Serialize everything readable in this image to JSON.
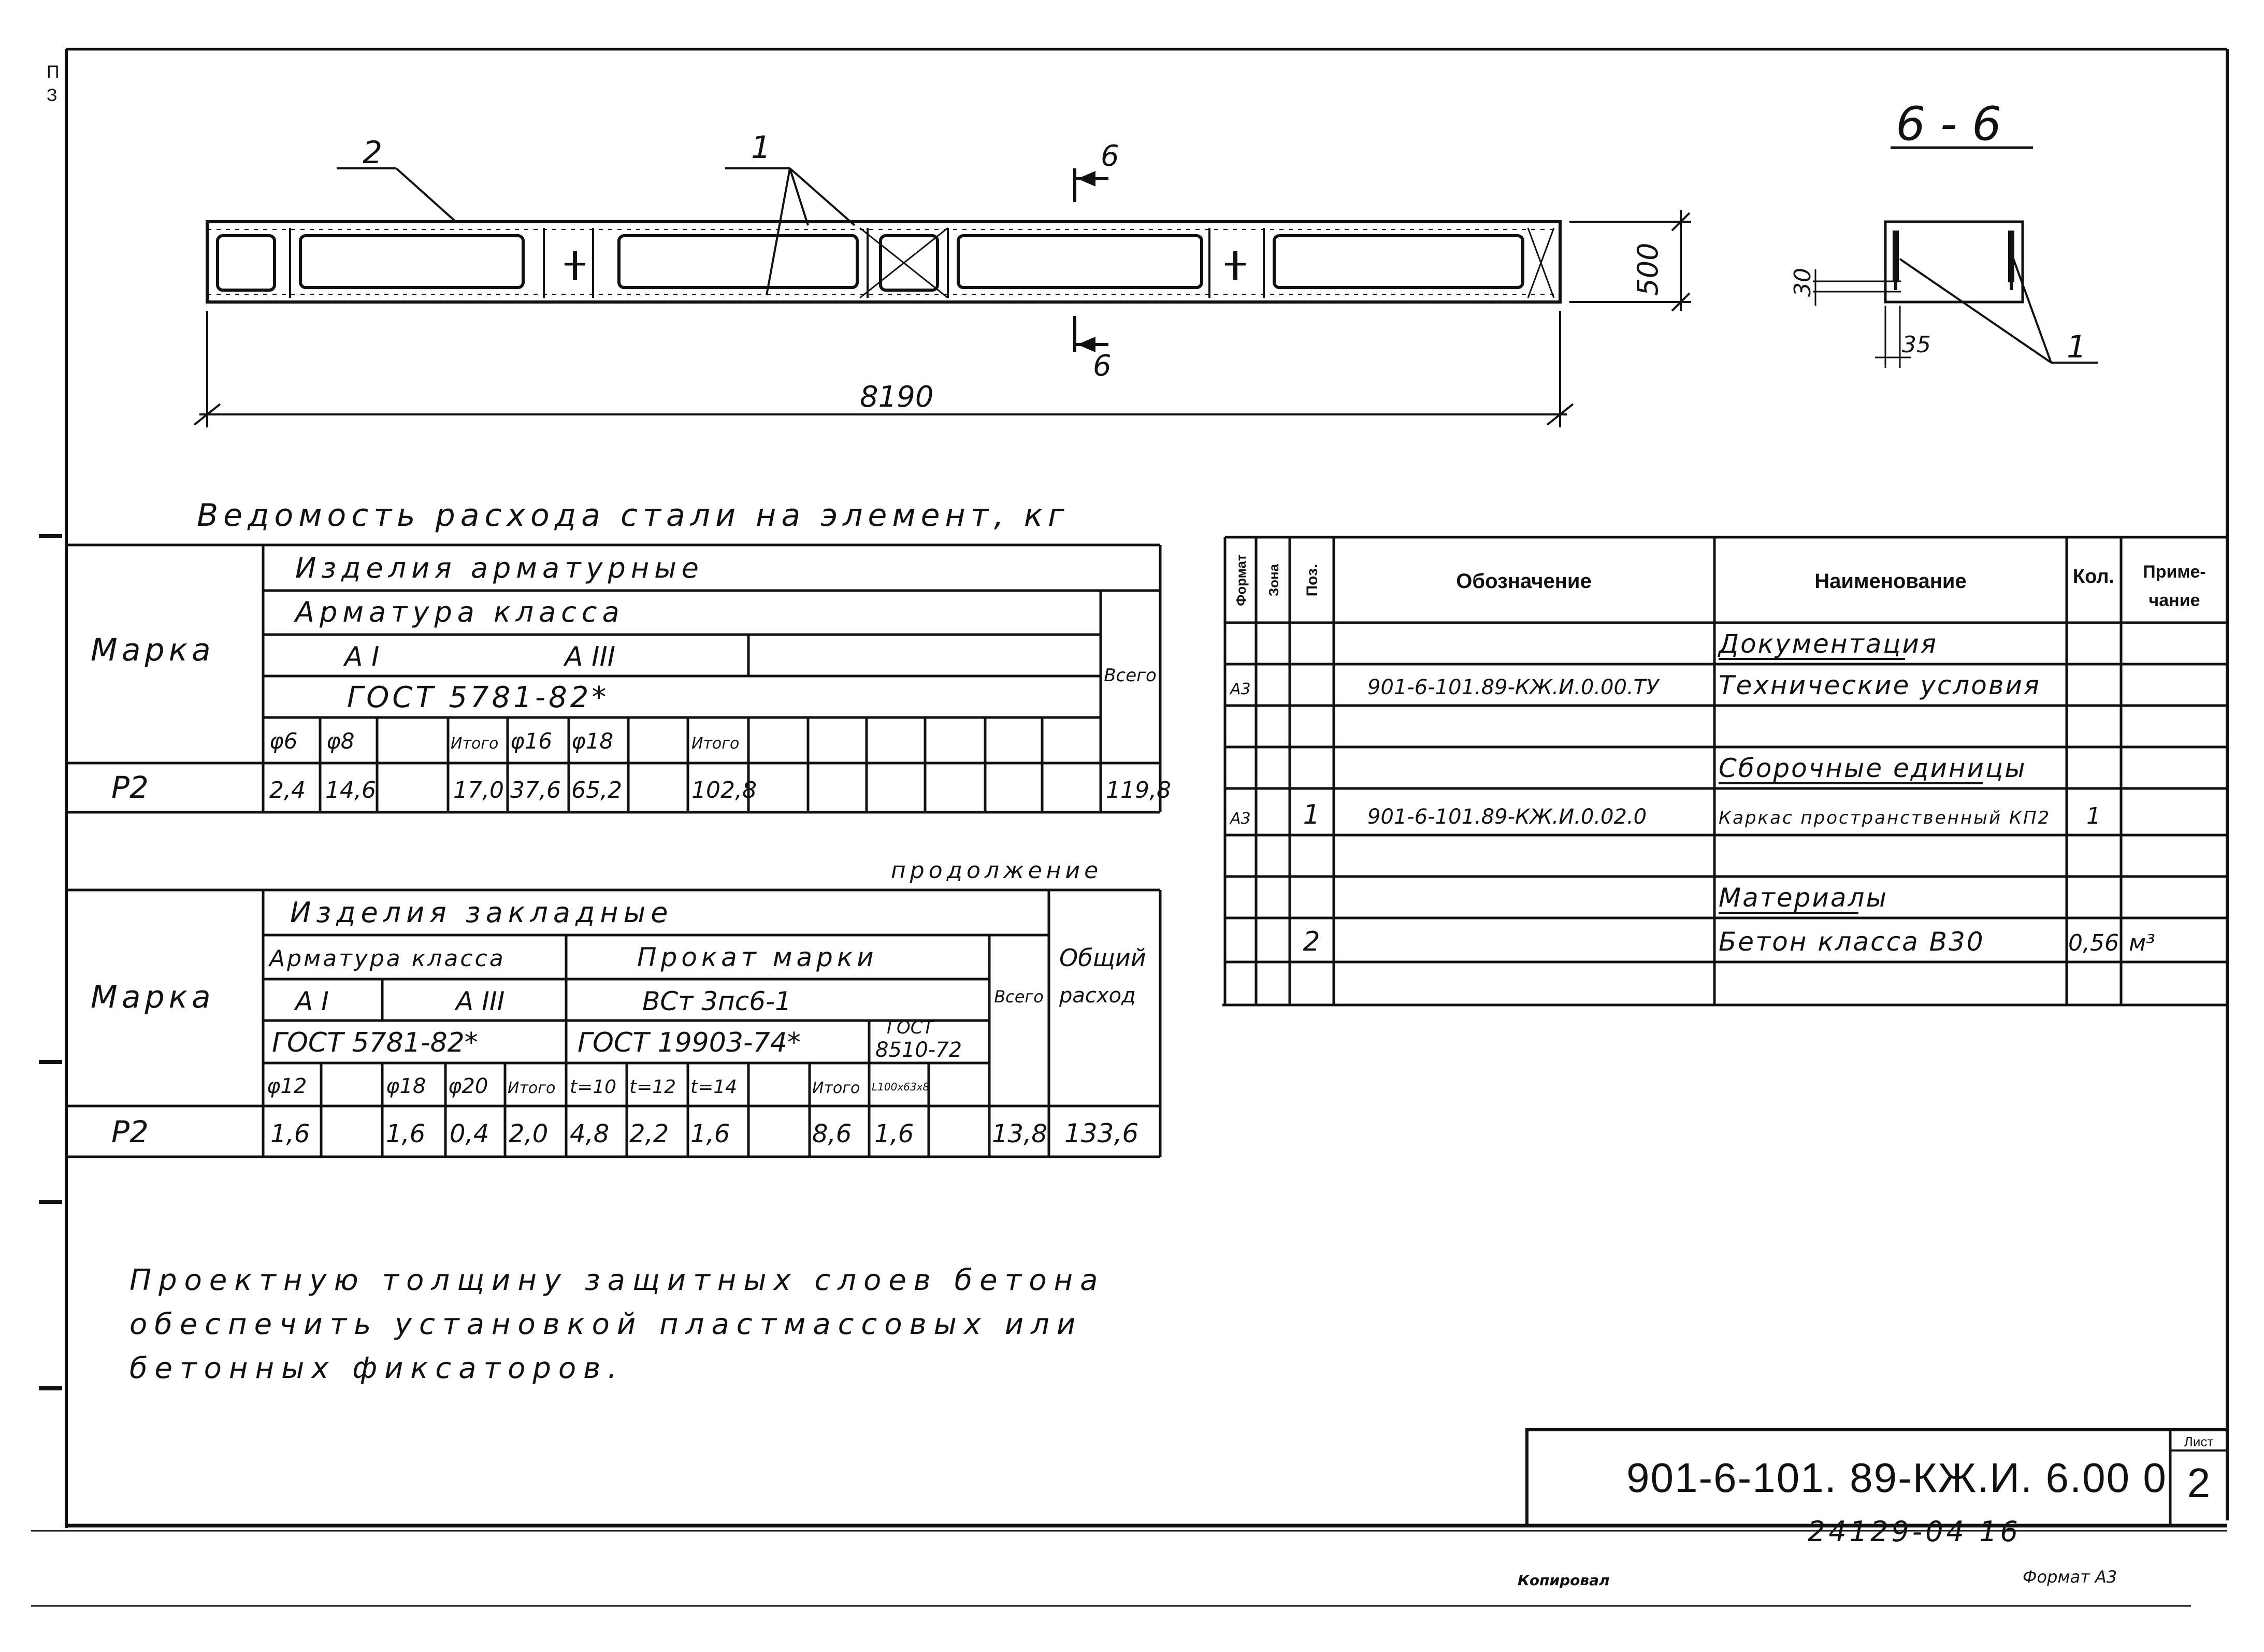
{
  "margin": {
    "p": "П",
    "z": "З"
  },
  "beam": {
    "length": "8190",
    "height": "500",
    "pos1": "1",
    "pos2": "2",
    "cut_a": "6",
    "cut_b": "6"
  },
  "section": {
    "title": "6 - 6",
    "dim30": "30",
    "dim35": "35",
    "pos1": "1"
  },
  "steel": {
    "title": "Ведомость расхода стали на элемент, кг",
    "marka_header": "Марка",
    "izd_arm": "Изделия арматурные",
    "arm_class": "Арматура класса",
    "a1": "A I",
    "a3": "A III",
    "gost": "ГОСТ 5781-82*",
    "vsego": "Всего",
    "cols": [
      "φ6",
      "φ8",
      "",
      "Итого",
      "φ16",
      "φ18",
      "",
      "Итого",
      "",
      "",
      "",
      "",
      "",
      ""
    ],
    "row": {
      "marka": "Р2",
      "cells": [
        "2,4",
        "14,6",
        "",
        "17,0",
        "37,6",
        "65,2",
        "",
        "102,8",
        "",
        "",
        "",
        "",
        "",
        ""
      ],
      "total": "119,8"
    }
  },
  "cont": {
    "title": "продолжение",
    "marka_header": "Марка",
    "izd_zakl": "Изделия закладные",
    "arm_class": "Арматура класса",
    "prokat": "Прокат марки",
    "a1": "A I",
    "a3": "A III",
    "vst": "ВСт 3пс6-1",
    "gost1": "ГОСТ 5781-82*",
    "gost2": "ГОСТ 19903-74*",
    "gost3a": "ГОСТ",
    "gost3b": "8510-72",
    "vsego": "Всего",
    "obshiy_a": "Общий",
    "obshiy_b": "расход",
    "cols": [
      "φ12",
      "",
      "φ18",
      "φ20",
      "Итого",
      "t=10",
      "t=12",
      "t=14",
      "",
      "Итого",
      "L100х63х8",
      ""
    ],
    "row": {
      "marka": "Р2",
      "cells": [
        "1,6",
        "",
        "1,6",
        "0,4",
        "2,0",
        "4,8",
        "2,2",
        "1,6",
        "",
        "8,6",
        "1,6",
        ""
      ],
      "vsego": "13,8",
      "total": "133,6"
    }
  },
  "spec": {
    "headers": {
      "format": "Формат",
      "zone": "Зона",
      "poz": "Поз.",
      "oboz": "Обозначение",
      "naim": "Наименование",
      "kol": "Кол.",
      "prim_a": "Приме-",
      "prim_b": "чание"
    },
    "rows": [
      {
        "format": "",
        "poz": "",
        "oboz": "",
        "naim": "Документация",
        "kol": "",
        "prim": "",
        "underline": true
      },
      {
        "format": "А3",
        "poz": "",
        "oboz": "901-6-101.89-КЖ.И.0.00.ТУ",
        "naim": "Технические условия",
        "kol": "",
        "prim": "",
        "underline": false
      },
      {
        "format": "",
        "poz": "",
        "oboz": "",
        "naim": "",
        "kol": "",
        "prim": "",
        "underline": false
      },
      {
        "format": "",
        "poz": "",
        "oboz": "",
        "naim": "Сборочные единицы",
        "kol": "",
        "prim": "",
        "underline": true
      },
      {
        "format": "А3",
        "poz": "1",
        "oboz": "901-6-101.89-КЖ.И.0.02.0",
        "naim": "Каркас пространственный КП2",
        "kol": "1",
        "prim": "",
        "underline": false
      },
      {
        "format": "",
        "poz": "",
        "oboz": "",
        "naim": "",
        "kol": "",
        "prim": "",
        "underline": false
      },
      {
        "format": "",
        "poz": "",
        "oboz": "",
        "naim": "Материалы",
        "kol": "",
        "prim": "",
        "underline": true
      },
      {
        "format": "",
        "poz": "2",
        "oboz": "",
        "naim": "Бетон класса В30",
        "kol": "0,56",
        "prim": "м³",
        "underline": false
      },
      {
        "format": "",
        "poz": "",
        "oboz": "",
        "naim": "",
        "kol": "",
        "prim": "",
        "underline": false
      }
    ]
  },
  "note": {
    "line1": "Проектную толщину защитных слоев бетона",
    "line2": "обеспечить установкой пластмассовых или",
    "line3": "бетонных фиксаторов."
  },
  "stamp": {
    "code": "901-6-101. 89-КЖ.И. 6.00 0",
    "list_label": "Лист",
    "list_num": "2"
  },
  "footer": {
    "archive": "24129-04 16",
    "copied": "Копировал",
    "format": "Формат А3"
  }
}
